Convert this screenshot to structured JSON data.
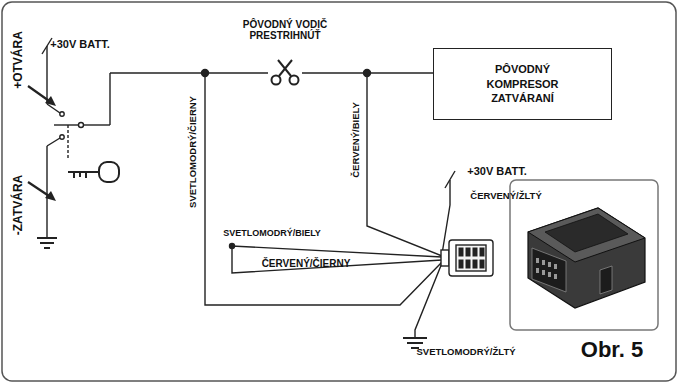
{
  "diagram": {
    "nodes": [
      {
        "text": [
          "PÔVODNÝ KOMPRESOR ZATVÁRANÍ"
        ]
      }
    ],
    "labels": [
      "+30V BATT.",
      "+OTVÁRA",
      "-ZATVÁRA",
      "PÔVODNÝ VODIČ PRESTRIHNÚŤ",
      "SVETLOMODRÝ/ČIERNY",
      "ČERVENÝ/BIELY",
      "+30V BATT.",
      "ČERVENÝ/ŽLTÝ",
      "SVETLOMODRÝ/BIELY",
      "ČERVENÝ/ČIERNY",
      "SVETLOMODRÝ/ŽLTÝ",
      "Obr. 5"
    ]
  }
}
